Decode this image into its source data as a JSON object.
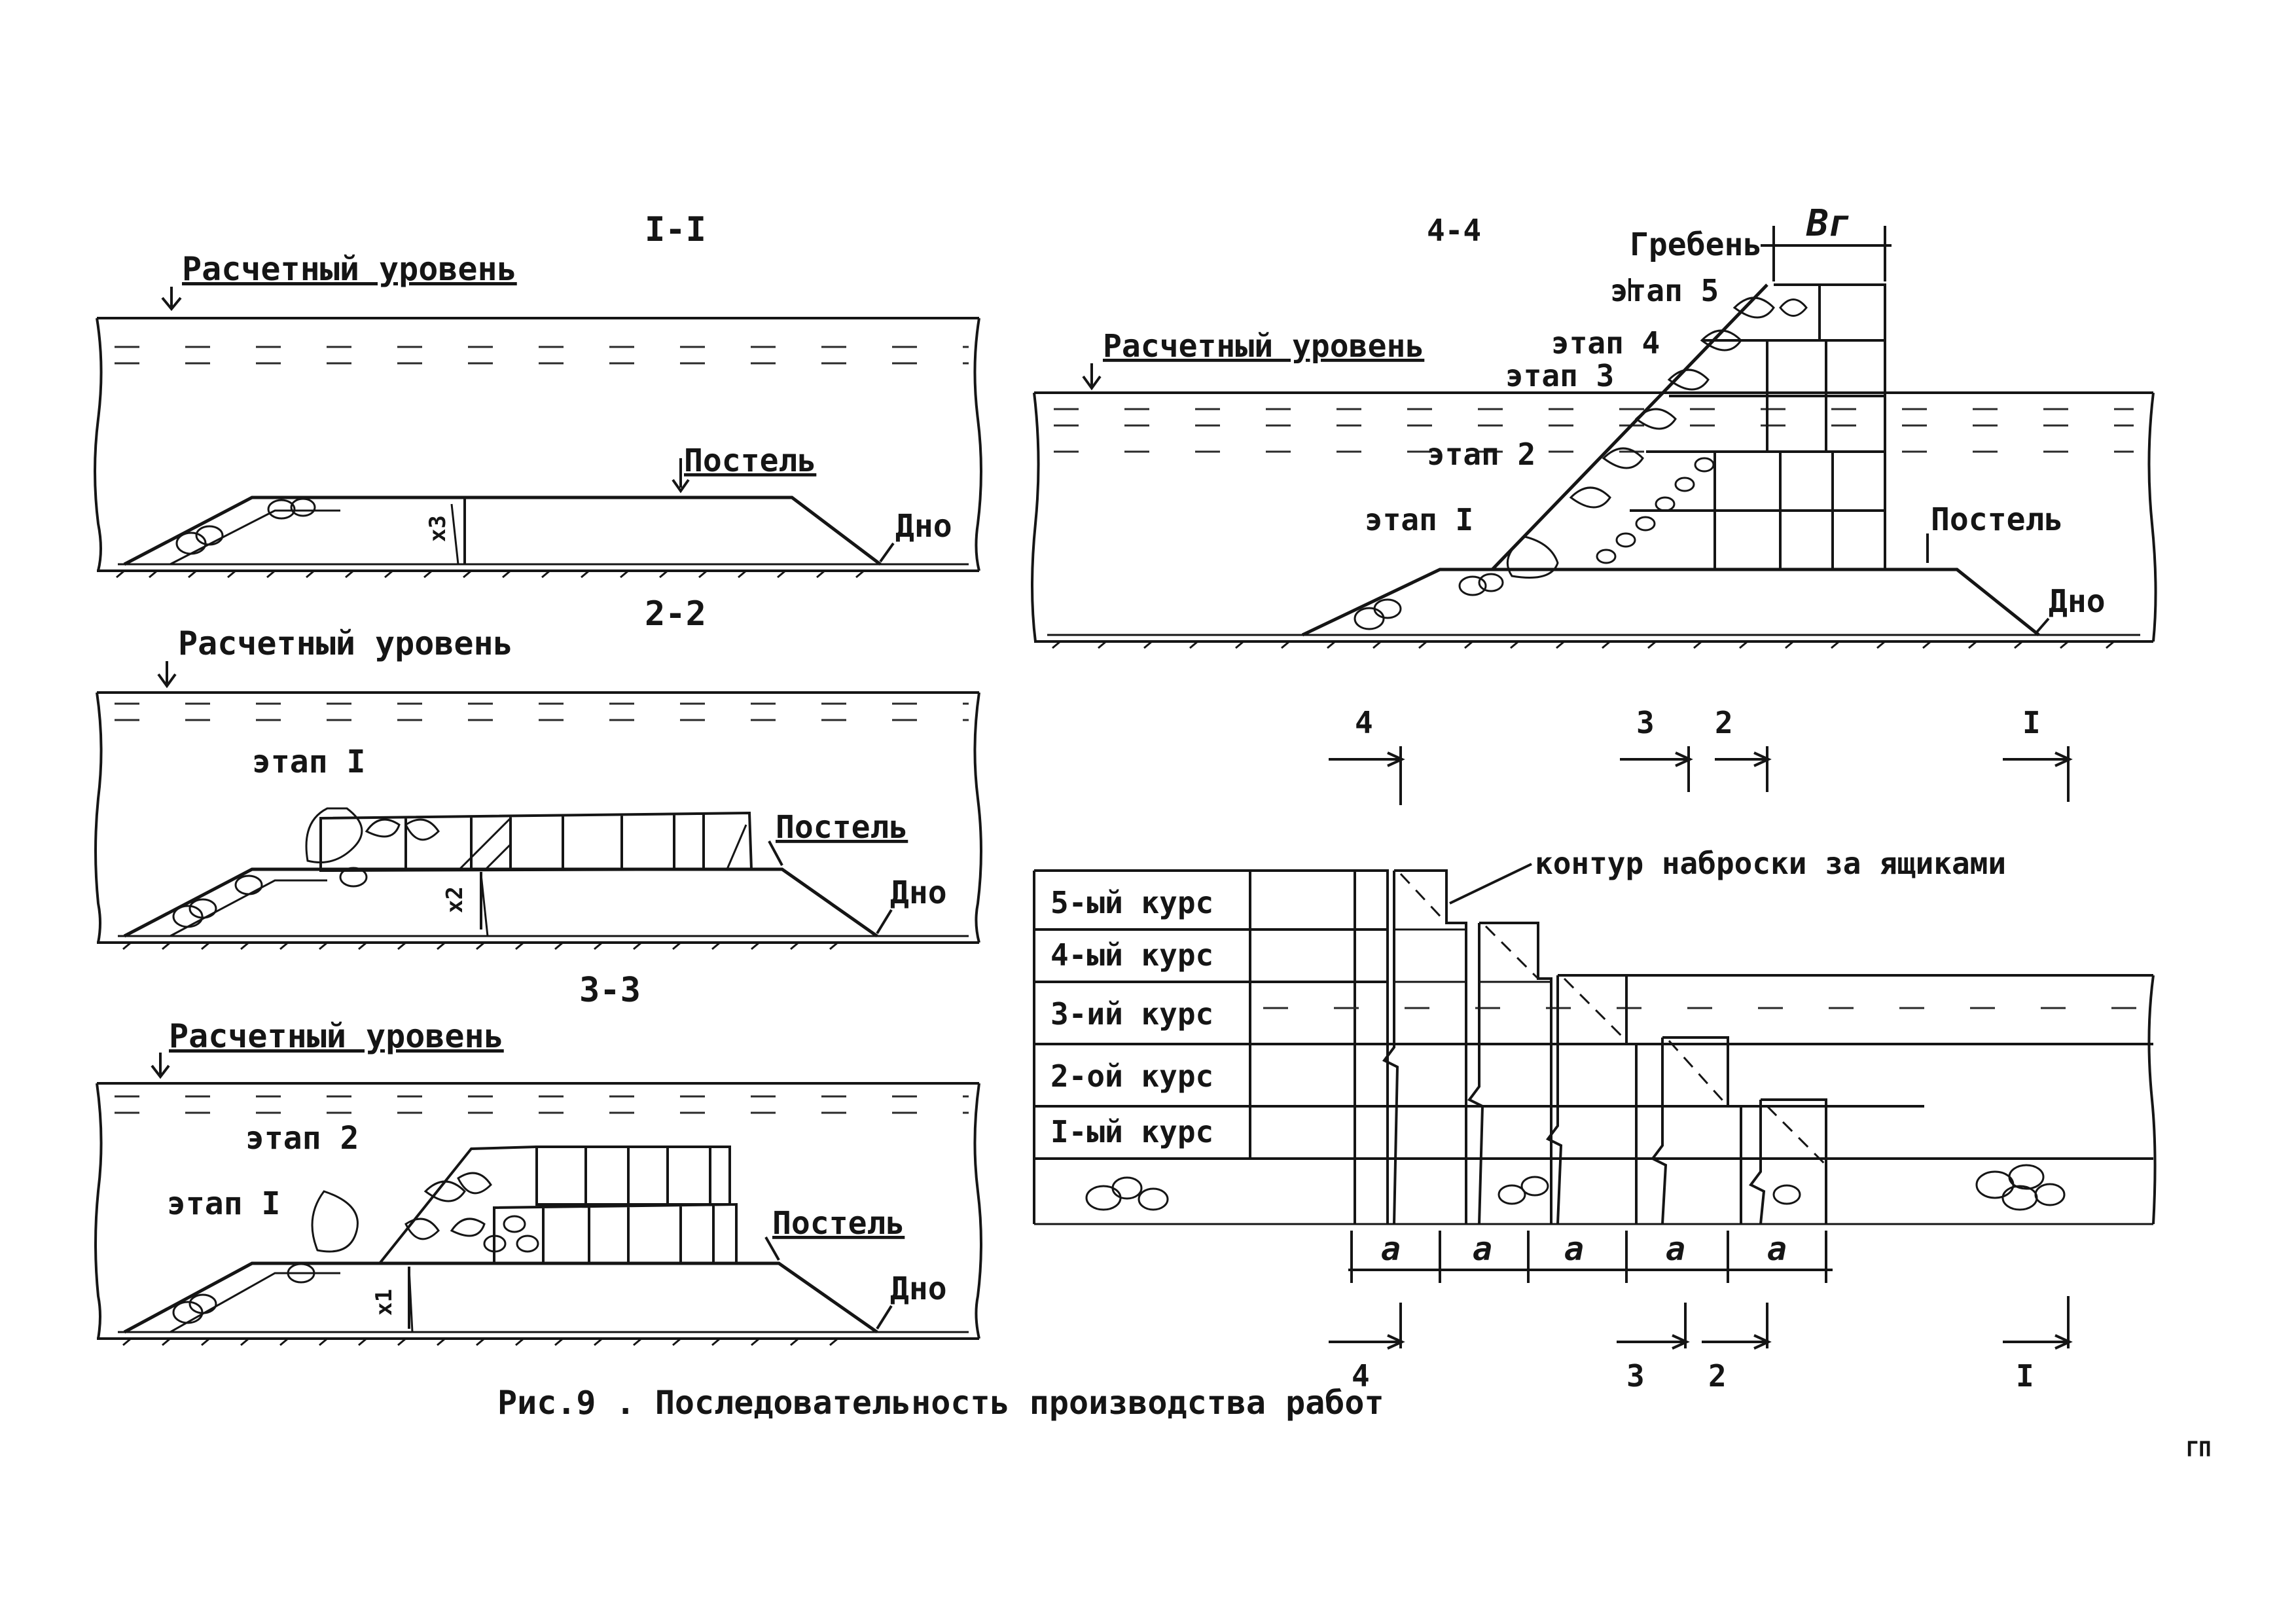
{
  "sections": {
    "s1": {
      "title": "I-I",
      "calc_level": "Расчетный уровень",
      "bed": "Постель",
      "bottom": "Дно",
      "dim": "х3"
    },
    "s2": {
      "title": "2-2",
      "calc_level": "Расчетный уровень",
      "stage1": "этап I",
      "bed": "Постель",
      "bottom": "Дно",
      "dim": "х2"
    },
    "s3": {
      "title": "3-3",
      "calc_level": "Расчетный уровень",
      "stage2": "этап 2",
      "stage1": "этап I",
      "bed": "Постель",
      "bottom": "Дно",
      "dim": "х1"
    },
    "s4": {
      "title": "4-4",
      "crest": "Гребень",
      "crest_width": "Вг",
      "calc_level": "Расчетный уровень",
      "stages": [
        "этап 5",
        "этап 4",
        "этап 3",
        "этап 2",
        "этап I"
      ],
      "bed": "Постель",
      "bottom": "Дно"
    }
  },
  "plan": {
    "courses": [
      "5-ый курс",
      "4-ый курс",
      "3-ий курс",
      "2-ой курс",
      "I-ый курс"
    ],
    "contour": "контур наброски за ящиками",
    "cut_labels_top": [
      "4",
      "3",
      "2",
      "I"
    ],
    "cut_labels_bottom": [
      "4",
      "3",
      "2",
      "I"
    ],
    "dims": [
      "а",
      "а",
      "а",
      "а",
      "а"
    ]
  },
  "caption": "Рис.9 . Последовательность производства работ",
  "page_mark": "ГП"
}
